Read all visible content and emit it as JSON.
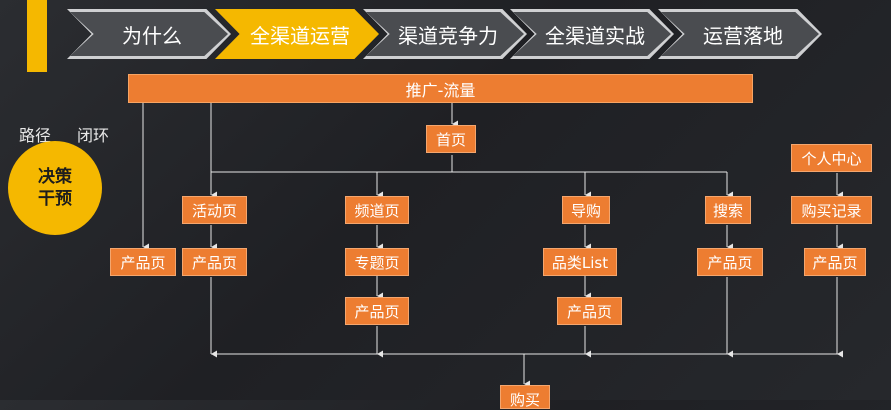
{
  "steps": [
    "为什么",
    "全渠道运营",
    "渠道竞争力",
    "全渠道实战",
    "运营落地"
  ],
  "active_step": "全渠道运营",
  "banner": "推广-流量",
  "side": {
    "path": "路径",
    "loop": "闭环",
    "circle_line1": "决策",
    "circle_line2": "干预"
  },
  "nodes": {
    "home": "首页",
    "personal_center": "个人中心",
    "activity_page": "活动页",
    "channel_page": "频道页",
    "shopping_guide": "导购",
    "search": "搜索",
    "purchase_record": "购买记录",
    "product_direct": "产品页",
    "product_activity": "产品页",
    "topic_page": "专题页",
    "category_list": "品类List",
    "product_search": "产品页",
    "product_record": "产品页",
    "product_channel": "产品页",
    "product_guide": "产品页",
    "purchase": "购买"
  },
  "colors": {
    "accent_orange": "#ed7d31",
    "accent_yellow": "#f5b800",
    "background": "#222327"
  }
}
